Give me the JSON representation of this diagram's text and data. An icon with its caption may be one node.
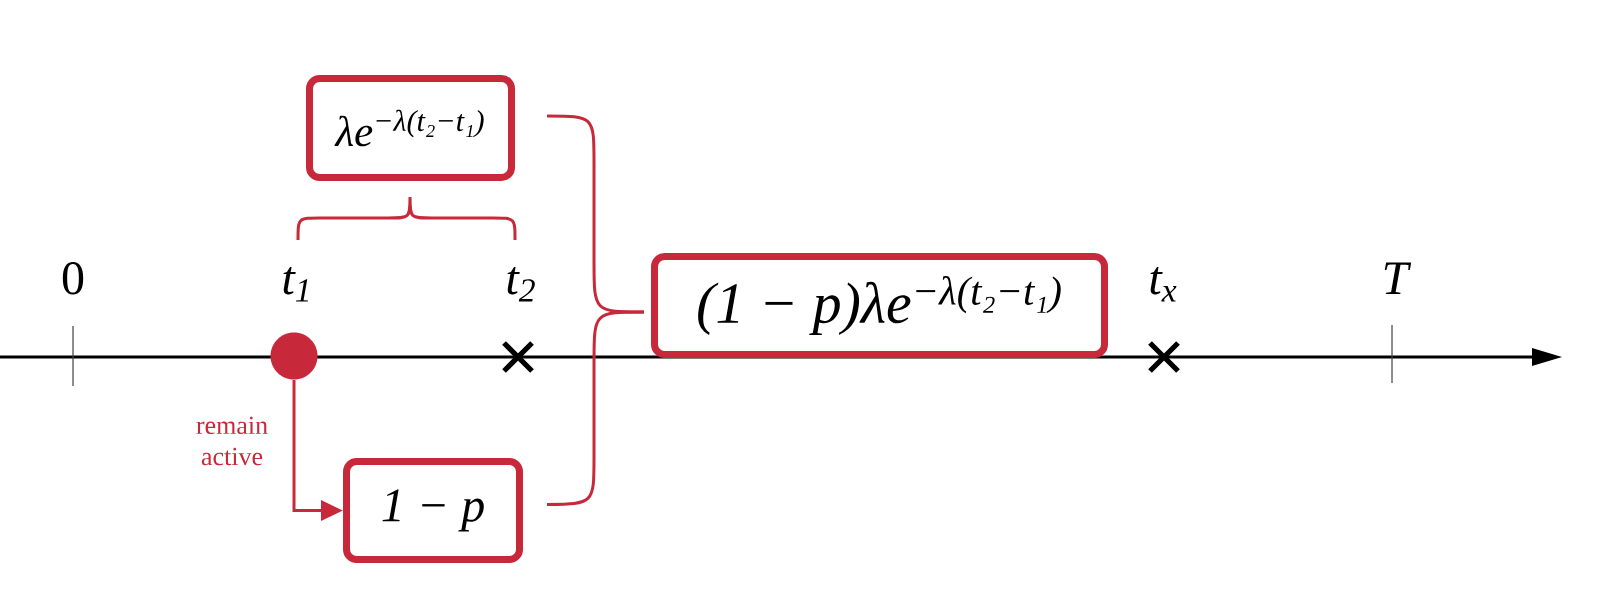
{
  "diagram": {
    "nodes": [
      {
        "text": [
          "λe$^{−λ(t₂−t₁)}$"
        ]
      },
      {
        "text": [
          "1 − p"
        ]
      },
      {
        "text": [
          "(1 − p)λe$^{−λ(t₂−t₁)}$"
        ]
      },
      {
        "text": [],
        "shape": "circle"
      }
    ],
    "edges": [
      {
        "from": 3,
        "to": 1,
        "arrow": "to",
        "label": "remain active"
      },
      {
        "from": 0,
        "to": 2,
        "arrow": "none"
      },
      {
        "from": 1,
        "to": 2,
        "arrow": "none"
      }
    ],
    "labels": [
      "0",
      "t$_{1}$",
      "t$_{2}$",
      "t$_{x}$",
      "T"
    ]
  }
}
